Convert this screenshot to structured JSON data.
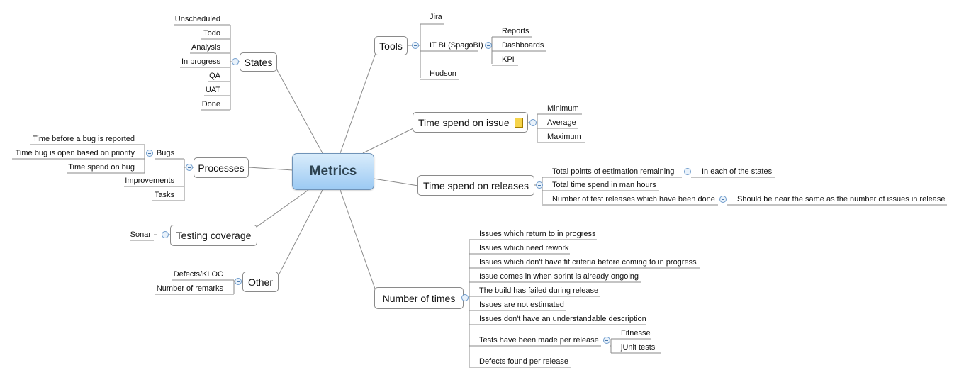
{
  "root": "Metrics",
  "branches": {
    "tools": {
      "label": "Tools",
      "items": [
        "Jira",
        "IT BI (SpagoBI)",
        "Hudson"
      ],
      "spagobi": [
        "Reports",
        "Dashboards",
        "KPI"
      ]
    },
    "time_issue": {
      "label": "Time spend on issue",
      "items": [
        "Minimum",
        "Average",
        "Maximum"
      ]
    },
    "time_releases": {
      "label": "Time spend on releases",
      "items": [
        "Total points of estimation remaining",
        "Total time spend in man hours",
        "Number of test releases which have been done"
      ],
      "sub1": "In each of the states",
      "sub3": "Should be near the same as the number of issues in release"
    },
    "number_times": {
      "label": "Number of times",
      "items": [
        "Issues which return to in progress",
        "Issues which need rework",
        "Issues which don't have fit criteria before coming to in progress",
        "Issue comes in when sprint is already ongoing",
        "The build has failed during release",
        "Issues are not estimated",
        "Issues don't have an understandable description",
        "Tests have been made per release",
        "Defects found per release"
      ],
      "tests": [
        "Fitnesse",
        "jUnit tests"
      ]
    },
    "states": {
      "label": "States",
      "items": [
        "Unscheduled",
        "Todo",
        "Analysis",
        "In progress",
        "QA",
        "UAT",
        "Done"
      ]
    },
    "processes": {
      "label": "Processes",
      "items": [
        "Bugs",
        "Improvements",
        "Tasks"
      ],
      "bugs": [
        "Time before a bug is reported",
        "Time bug is open based on priority",
        "Time spend on bug"
      ]
    },
    "testing": {
      "label": "Testing coverage",
      "items": [
        "Sonar"
      ]
    },
    "other": {
      "label": "Other",
      "items": [
        "Defects/KLOC",
        "Number of remarks"
      ]
    }
  }
}
